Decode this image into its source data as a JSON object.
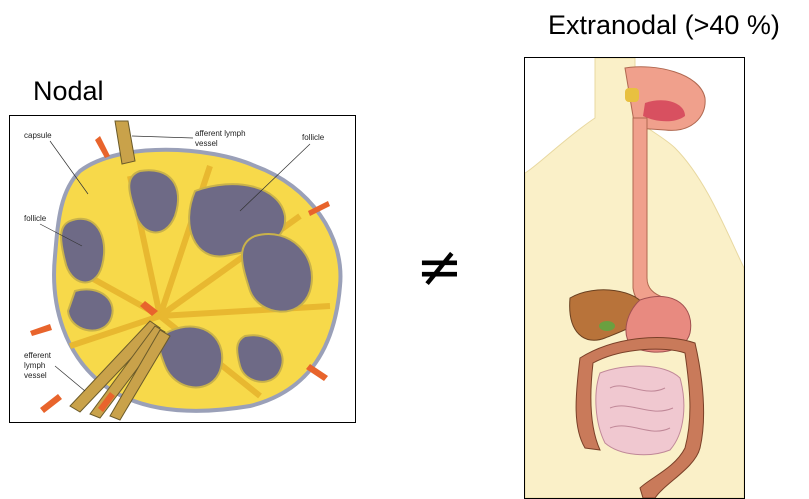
{
  "nodal_title": "Nodal",
  "extranodal_title": "Extranodal (>40 %)",
  "not_equal_symbol": "≠",
  "lymph_node_labels": {
    "capsule": "capsule",
    "afferent_1": "afferent lymph",
    "afferent_2": "vessel",
    "follicle_top": "follicle",
    "follicle_left": "follicle",
    "efferent_1": "efferent",
    "efferent_2": "lymph",
    "efferent_3": "vessel"
  },
  "colors": {
    "node_fill": "#f7d94a",
    "follicle": "#6e6a86",
    "arrow": "#e8642c",
    "vessel": "#c9a24a",
    "skin": "#faf0c8",
    "esophagus": "#f0a08c",
    "liver": "#b8733a",
    "colon": "#c97a5a",
    "small_intestine": "#f0c8d0"
  }
}
